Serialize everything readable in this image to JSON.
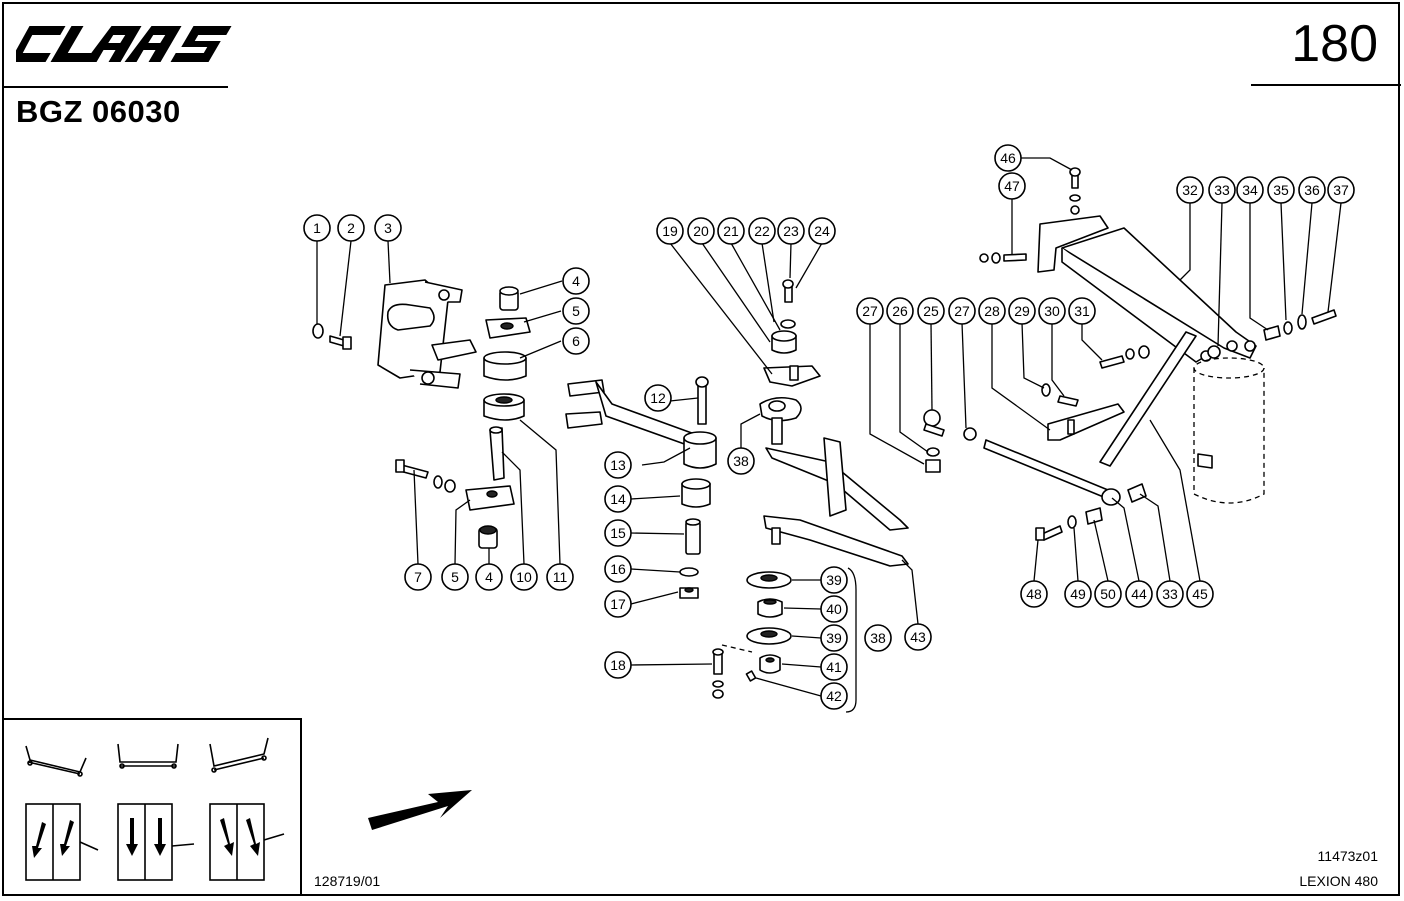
{
  "header": {
    "brand": "CLAAS",
    "page_number": "180",
    "group_code": "BGZ 06030"
  },
  "footer": {
    "drawing_ref": "128719/01",
    "diagram_id": "11473z01",
    "model": "LEXION 480"
  },
  "callouts": {
    "c1": "1",
    "c2": "2",
    "c3": "3",
    "c4a": "4",
    "c5a": "5",
    "c6": "6",
    "c7": "7",
    "c5b": "5",
    "c4b": "4",
    "c10": "10",
    "c11": "11",
    "c12": "12",
    "c13": "13",
    "c14": "14",
    "c15": "15",
    "c16": "16",
    "c17": "17",
    "c18": "18",
    "c19": "19",
    "c20": "20",
    "c21": "21",
    "c22": "22",
    "c23": "23",
    "c24": "24",
    "c38a": "38",
    "c39a": "39",
    "c40": "40",
    "c39b": "39",
    "c41": "41",
    "c42": "42",
    "c38b": "38",
    "c43": "43",
    "c27a": "27",
    "c26": "26",
    "c25": "25",
    "c27b": "27",
    "c28": "28",
    "c29": "29",
    "c30": "30",
    "c31": "31",
    "c46": "46",
    "c47": "47",
    "c32": "32",
    "c33a": "33",
    "c34": "34",
    "c35": "35",
    "c36": "36",
    "c37": "37",
    "c48": "48",
    "c49": "49",
    "c50": "50",
    "c44": "44",
    "c33b": "33",
    "c45": "45"
  }
}
